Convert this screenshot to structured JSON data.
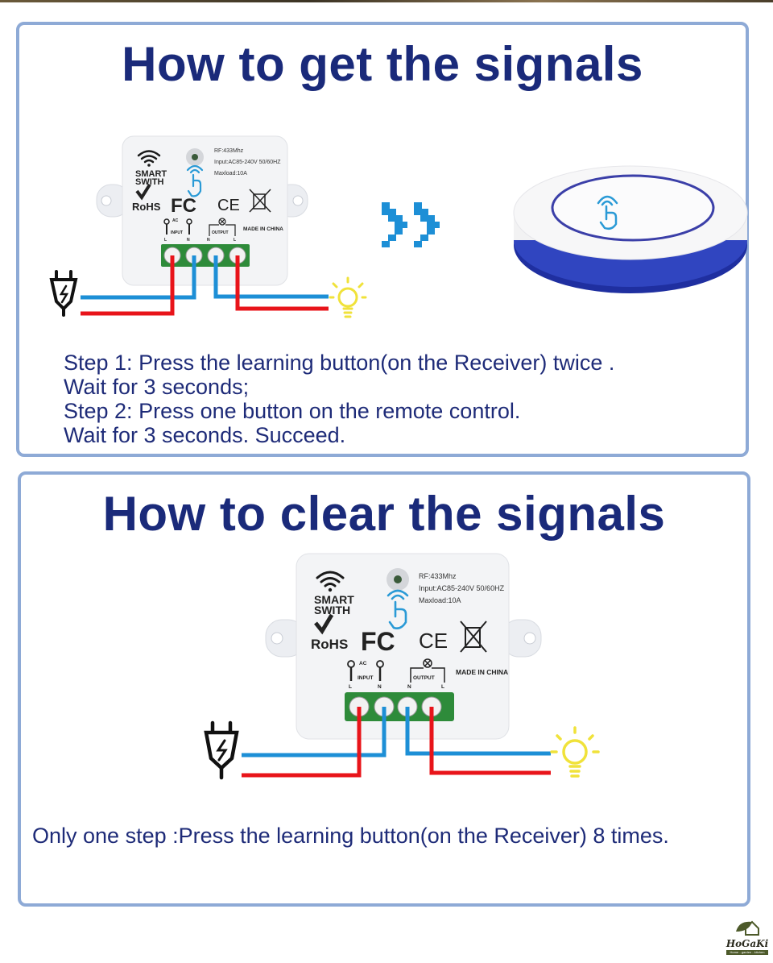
{
  "page": {
    "brand": {
      "name": "HoGaKi",
      "tagline": "Home - garden - kitchen",
      "accent": "#4d5a2a"
    },
    "colors": {
      "title": "#1a2a7a",
      "body_text": "#1e2b78",
      "panel_border": "#8eaad6",
      "wire_live": "#e8141a",
      "wire_neutral": "#1d8fd6",
      "arrow": "#1d8fd6",
      "terminal_block": "#2e8b3a",
      "bulb": "#f0e23a"
    }
  },
  "get_signals": {
    "title": "How to get the signals",
    "steps": [
      "Step 1: Press the learning button(on the Receiver) twice .",
      "Wait for 3 seconds;",
      "Step 2: Press one button on the remote control.",
      "Wait for 3 seconds. Succeed."
    ]
  },
  "clear_signals": {
    "title": "How to clear the signals",
    "steps": [
      "Only one step :Press the learning button(on the Receiver) 8 times."
    ]
  },
  "receiver": {
    "label_line1": "SMART",
    "label_line2": "SWITH",
    "spec_rf": "RF:433Mhz",
    "spec_input": "Input:AC85-240V 50/60HZ",
    "spec_load": "Maxload:10A",
    "rohs": "RoHS",
    "fcc": "FC",
    "ce": "CE",
    "made_in": "MADE IN CHINA",
    "ac": "AC",
    "input_label": "INPUT",
    "output_label": "OUTPUT",
    "terminal_L": "L",
    "terminal_N": "N",
    "icons": [
      "wifi-icon",
      "touch-hand-icon",
      "checkmark-icon",
      "weee-bin-icon",
      "lamp-symbol-icon"
    ]
  },
  "remote": {
    "icons": [
      "touch-hand-icon"
    ]
  },
  "diagram_icons": [
    "power-plug-icon",
    "light-bulb-icon",
    "double-chevron-right-icon"
  ]
}
